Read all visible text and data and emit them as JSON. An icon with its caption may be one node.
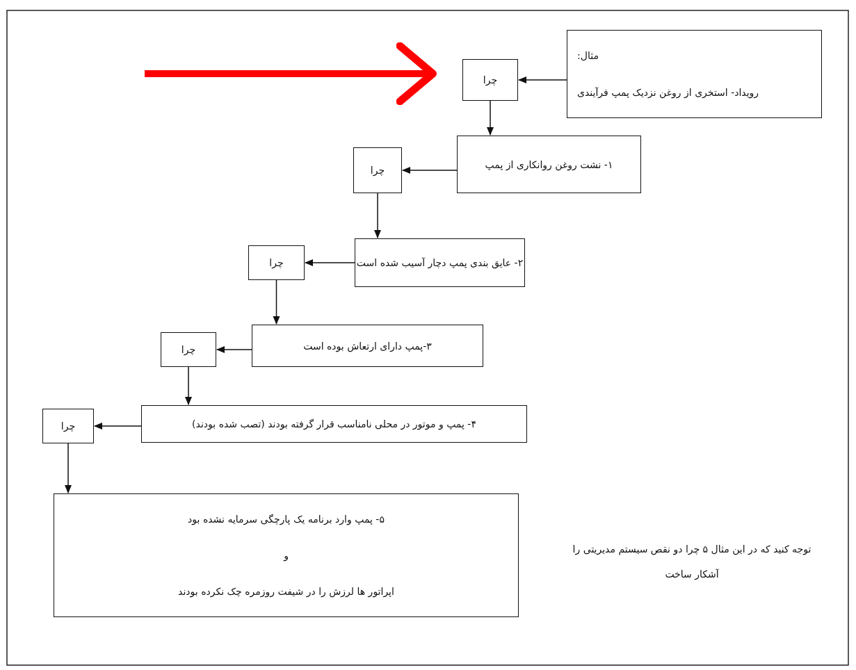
{
  "diagram": {
    "nodes": [
      {
        "text": [
          "مثال:",
          "رویداد- استخری از روغن نزدیک پمپ فرآیندی"
        ]
      },
      {
        "text": [
          "چرا"
        ]
      },
      {
        "text": [
          "۱- نشت روغن روانکاری از پمپ"
        ]
      },
      {
        "text": [
          "چرا"
        ]
      },
      {
        "text": [
          "۲- عایق بندی پمپ دچار آسیب شده است"
        ]
      },
      {
        "text": [
          "چرا"
        ]
      },
      {
        "text": [
          "۳-پمپ دارای ارتعاش بوده است"
        ]
      },
      {
        "text": [
          "چرا"
        ]
      },
      {
        "text": [
          "۴- پمپ و موتور در محلی نامناسب قرار گرفته بودند (تصب شده بودند)"
        ]
      },
      {
        "text": [
          "چرا"
        ]
      },
      {
        "text": [
          "۵- پمپ وارد برنامه یک پارچگی سرمایه نشده بود",
          "و",
          "اپراتور ها لرزش را در شیفت روزمره چک نکرده بودند"
        ]
      }
    ],
    "edges": [
      {
        "from": null,
        "to": 1,
        "arrow": "to",
        "style": "thick",
        "color": "#ff0000"
      },
      {
        "from": 0,
        "to": 1,
        "arrow": "to"
      },
      {
        "from": 1,
        "to": 2,
        "arrow": "to"
      },
      {
        "from": 2,
        "to": 3,
        "arrow": "to"
      },
      {
        "from": 3,
        "to": 4,
        "arrow": "to"
      },
      {
        "from": 4,
        "to": 5,
        "arrow": "to"
      },
      {
        "from": 5,
        "to": 6,
        "arrow": "to"
      },
      {
        "from": 6,
        "to": 7,
        "arrow": "to"
      },
      {
        "from": 7,
        "to": 8,
        "arrow": "to"
      },
      {
        "from": 8,
        "to": 9,
        "arrow": "to"
      },
      {
        "from": 9,
        "to": 10,
        "arrow": "to"
      }
    ],
    "labels": [
      "توجه کنید که در این مثال ۵ چرا دو نقص سیستم مدیریتی را آشکار ساخت"
    ]
  }
}
